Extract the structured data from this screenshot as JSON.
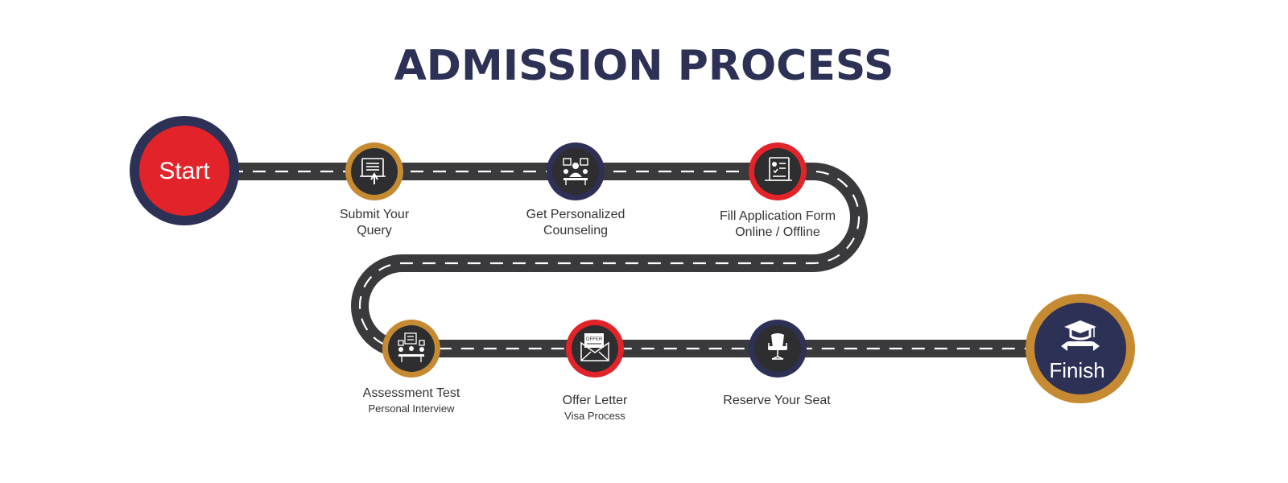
{
  "title": "ADMISSION PROCESS",
  "start": {
    "label": "Start"
  },
  "finish": {
    "label": "Finish"
  },
  "steps": [
    {
      "line1": "Submit Your",
      "line2": "Query",
      "icon": "document-click-icon",
      "ring": "#c68a32"
    },
    {
      "line1": "Get Personalized",
      "line2": "Counseling",
      "icon": "counseling-icon",
      "ring": "#2e3156"
    },
    {
      "line1": "Fill Application Form",
      "line2": "Online / Offline",
      "icon": "application-form-icon",
      "ring": "#e2232a"
    },
    {
      "line1": "Assessment Test",
      "sub": "Personal Interview",
      "icon": "assessment-icon",
      "ring": "#c68a32"
    },
    {
      "line1": "Offer Letter",
      "sub": "Visa Process",
      "icon": "offer-letter-icon",
      "ring": "#e2232a",
      "icon_text": "OFFER"
    },
    {
      "line1": "Reserve Your Seat",
      "icon": "seat-icon",
      "ring": "#2e3156"
    }
  ],
  "colors": {
    "navy": "#2e3156",
    "red": "#e2232a",
    "gold": "#c68a32",
    "road": "#3a3a3c",
    "lane": "#ffffff"
  }
}
